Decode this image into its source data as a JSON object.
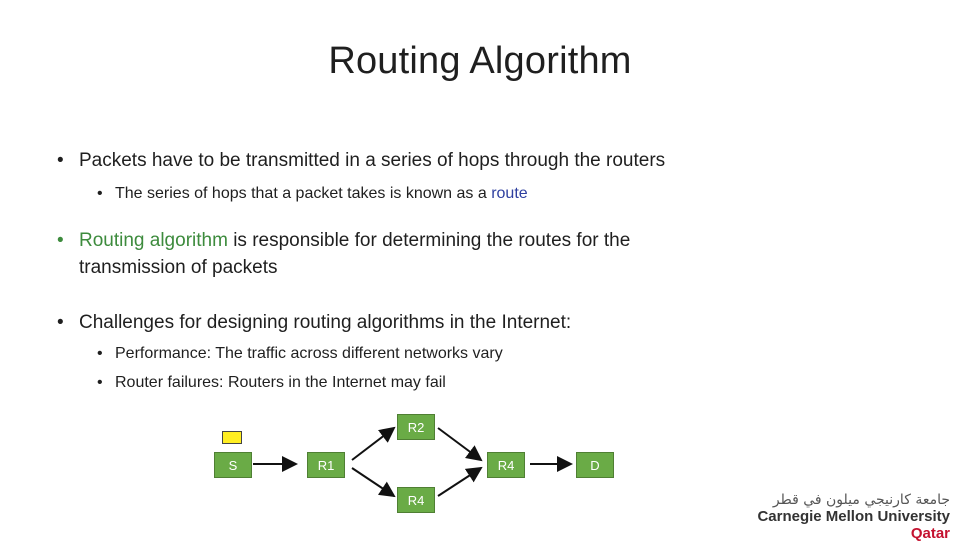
{
  "slide": {
    "title": "Routing Algorithm",
    "bullets": [
      {
        "text": "Packets have to be transmitted in a series of hops through the routers"
      },
      {
        "text_before": "The series of hops that a packet takes is known as a ",
        "highlight": "route"
      },
      {
        "highlight": "Routing algorithm",
        "text_after": " is responsible for determining the routes for the",
        "line2": "transmission of packets"
      },
      {
        "text": "Challenges for designing routing algorithms in the Internet:"
      },
      {
        "text": "Performance: The traffic across different networks vary"
      },
      {
        "text": "Router failures: Routers in the Internet may fail"
      }
    ],
    "bullet_glyph": "•"
  },
  "diagram": {
    "nodes": {
      "s": "S",
      "r1": "R1",
      "r2": "R2",
      "r4_right": "R4",
      "r4_bottom": "R4",
      "d": "D"
    }
  },
  "logo": {
    "arabic": "جامعة كارنيجي ميلون في قطر",
    "english": "Carnegie Mellon University",
    "english_accent": "Qatar"
  },
  "colors": {
    "node_fill": "#6aab46",
    "accent_green": "#3d8b3d",
    "accent_blue": "#2e3f9f",
    "packet": "#ffee22"
  }
}
